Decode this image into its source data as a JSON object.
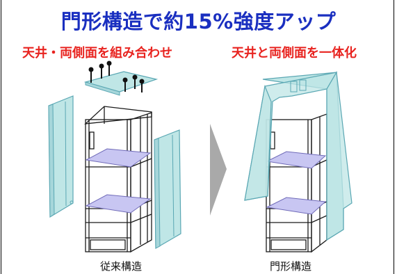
{
  "title": "門形構造で約15%強度アップ",
  "subtitle_left": "天井・両側面を組み合わせ",
  "subtitle_right": "天井と両側面を一体化",
  "label_left": "従来構造",
  "label_right": "門形構造",
  "colors": {
    "title": "#1a2fc0",
    "subtitle": "#e8231f",
    "panel_fill": "#bfe6e6",
    "panel_stroke": "#5aa7b3",
    "shelf_fill": "#c8c6f2",
    "frame_stroke": "#1a1a1a",
    "arrow": "#a9a9a9"
  }
}
